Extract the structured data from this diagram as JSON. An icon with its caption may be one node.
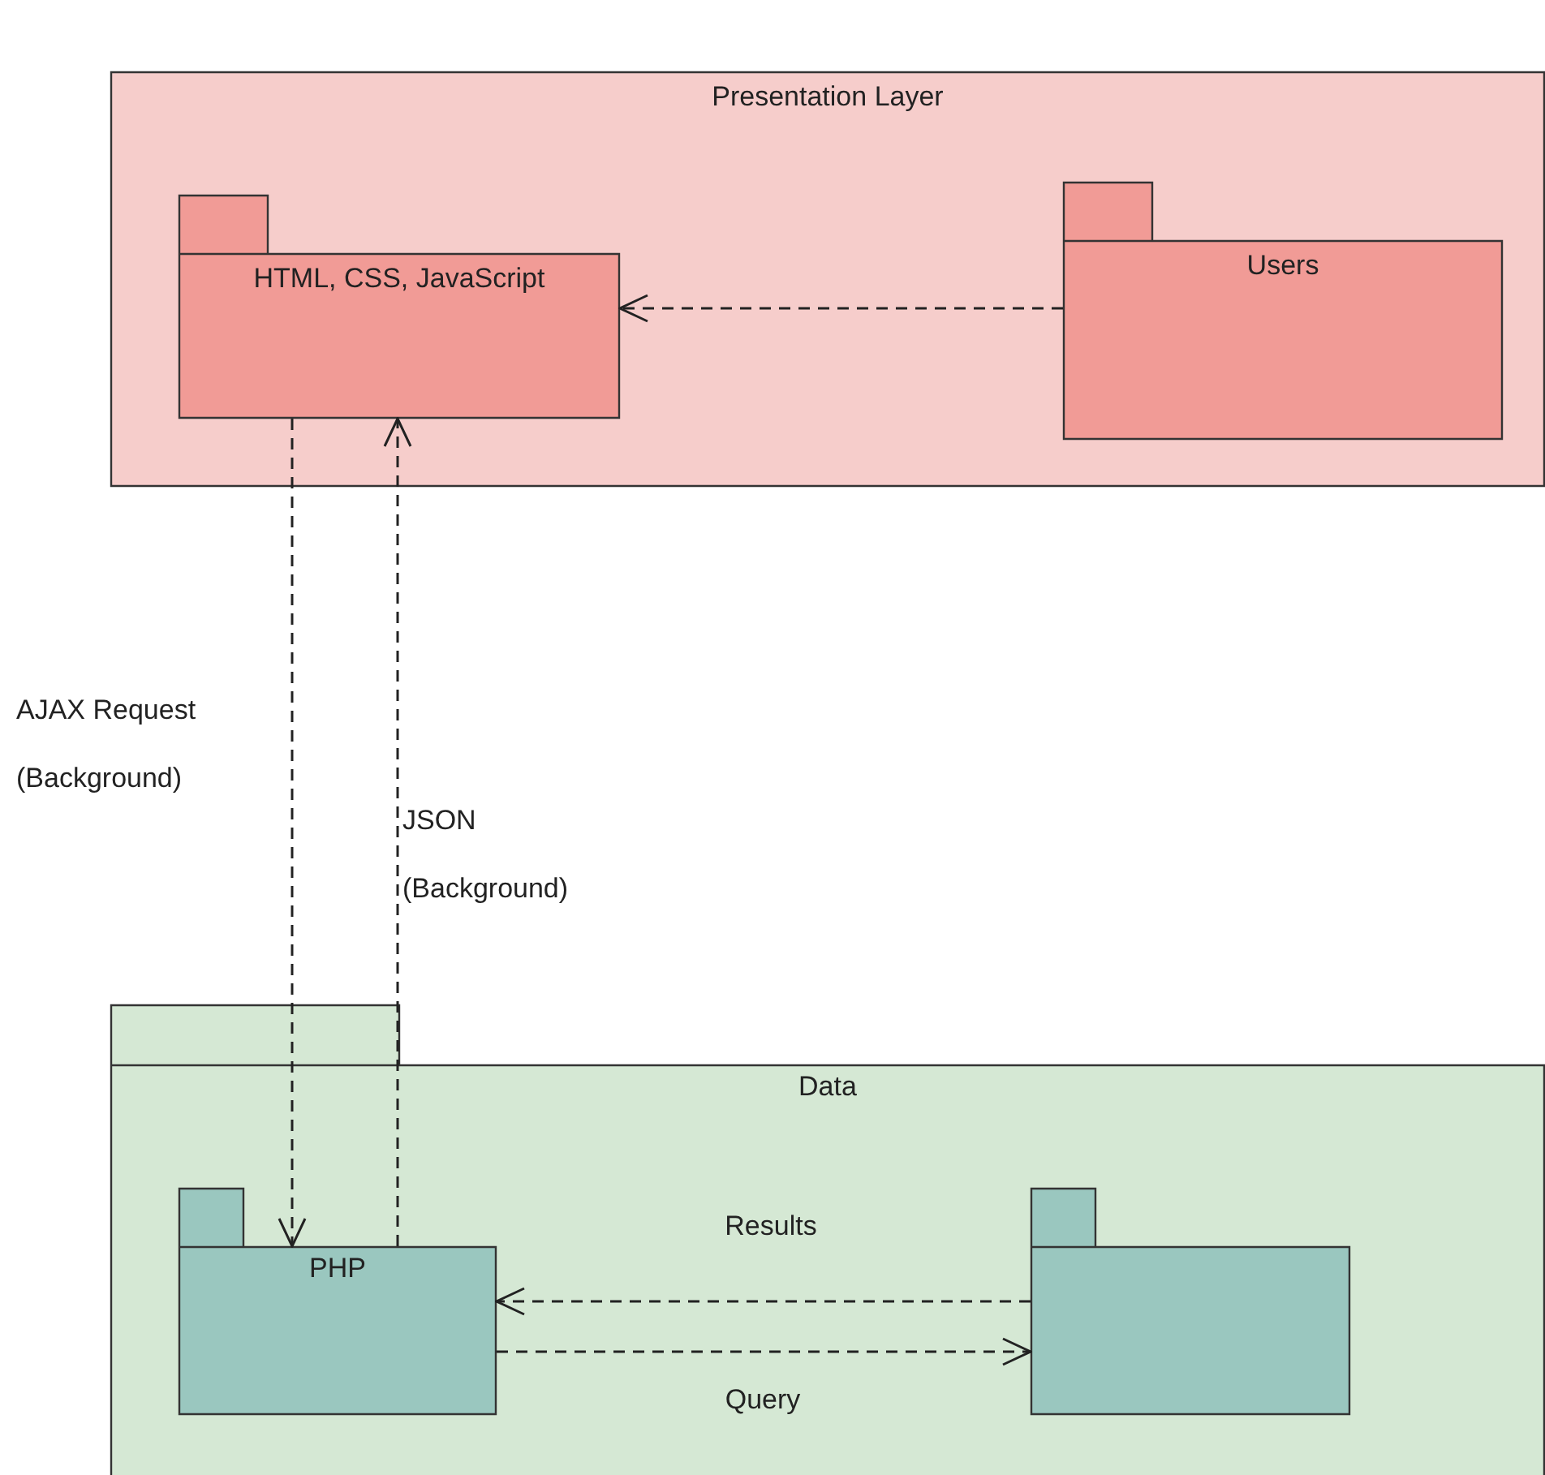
{
  "diagram": {
    "nodes": [
      {
        "text": [
          "Presentation Layer"
        ]
      },
      {
        "text": [
          "HTML, CSS, JavaScript"
        ],
        "in": 0
      },
      {
        "text": [
          "Users"
        ],
        "in": 0
      },
      {
        "text": [
          "Data"
        ]
      },
      {
        "text": [
          "PHP"
        ],
        "in": 3
      },
      {
        "text": [],
        "shape": "folder",
        "in": 3
      }
    ],
    "edges": [
      {
        "from": 2,
        "to": 1,
        "arrow": "to",
        "style": "dashed"
      },
      {
        "from": 1,
        "to": 4,
        "arrow": "to",
        "style": "dashed",
        "label": "AJAX Request (Background)"
      },
      {
        "from": 4,
        "to": 1,
        "arrow": "to",
        "style": "dashed",
        "label": "JSON (Background)"
      },
      {
        "from": 5,
        "to": 4,
        "arrow": "to",
        "style": "dashed",
        "label": "Results"
      },
      {
        "from": 4,
        "to": 5,
        "arrow": "to",
        "style": "dashed",
        "label": "Query"
      }
    ]
  }
}
